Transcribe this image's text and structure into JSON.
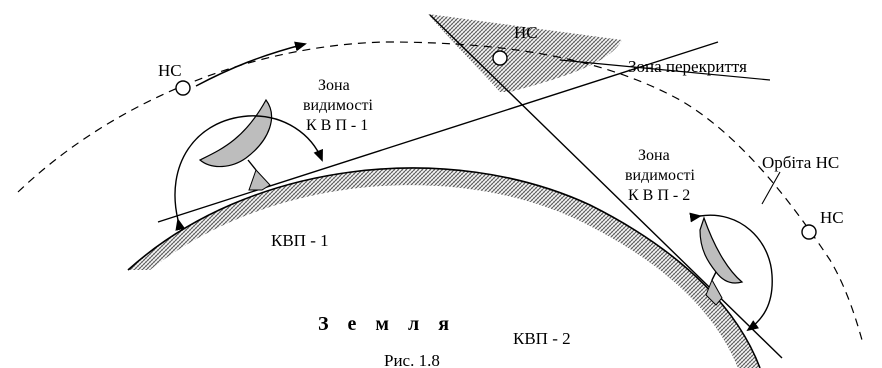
{
  "figure": {
    "caption": "Рис. 1.8",
    "earth_label": "З е м л я",
    "labels": {
      "satellite_left": "НС",
      "satellite_top": "НС",
      "satellite_right": "НС",
      "overlap_zone": "Зона перекриття",
      "orbit": "Орбіта НС",
      "station_1": "КВП - 1",
      "station_2": "КВП - 2",
      "visibility_zone_1": [
        "Зона",
        "видимості",
        "К В П - 1"
      ],
      "visibility_zone_2": [
        "Зона",
        "видимості",
        "К В П - 2"
      ]
    },
    "colors": {
      "line": "#000000",
      "dish_fill": "#bdbdbd",
      "hatch": "#555555",
      "background": "#ffffff"
    }
  }
}
